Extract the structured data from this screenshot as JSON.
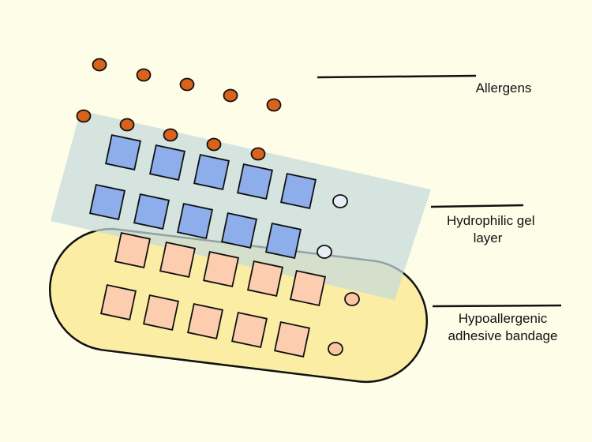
{
  "labels": {
    "allergens": "Allergens",
    "gel_line1": "Hydrophilic gel",
    "gel_line2": "layer",
    "bandage_line1": "Hypoallergenic",
    "bandage_line2": "adhesive bandage"
  },
  "colors": {
    "background": "#FEFDE8",
    "allergen_fill": "#D9631A",
    "gel_layer_fill": "#C5DADB",
    "gel_square_fill": "#8EAEEB",
    "gel_dot_fill": "#E8EEF6",
    "bandage_fill": "#FBEDA4",
    "bandage_square_fill": "#FCCEAF",
    "bandage_dot_fill": "#FBC6A3",
    "outline": "#111111"
  }
}
